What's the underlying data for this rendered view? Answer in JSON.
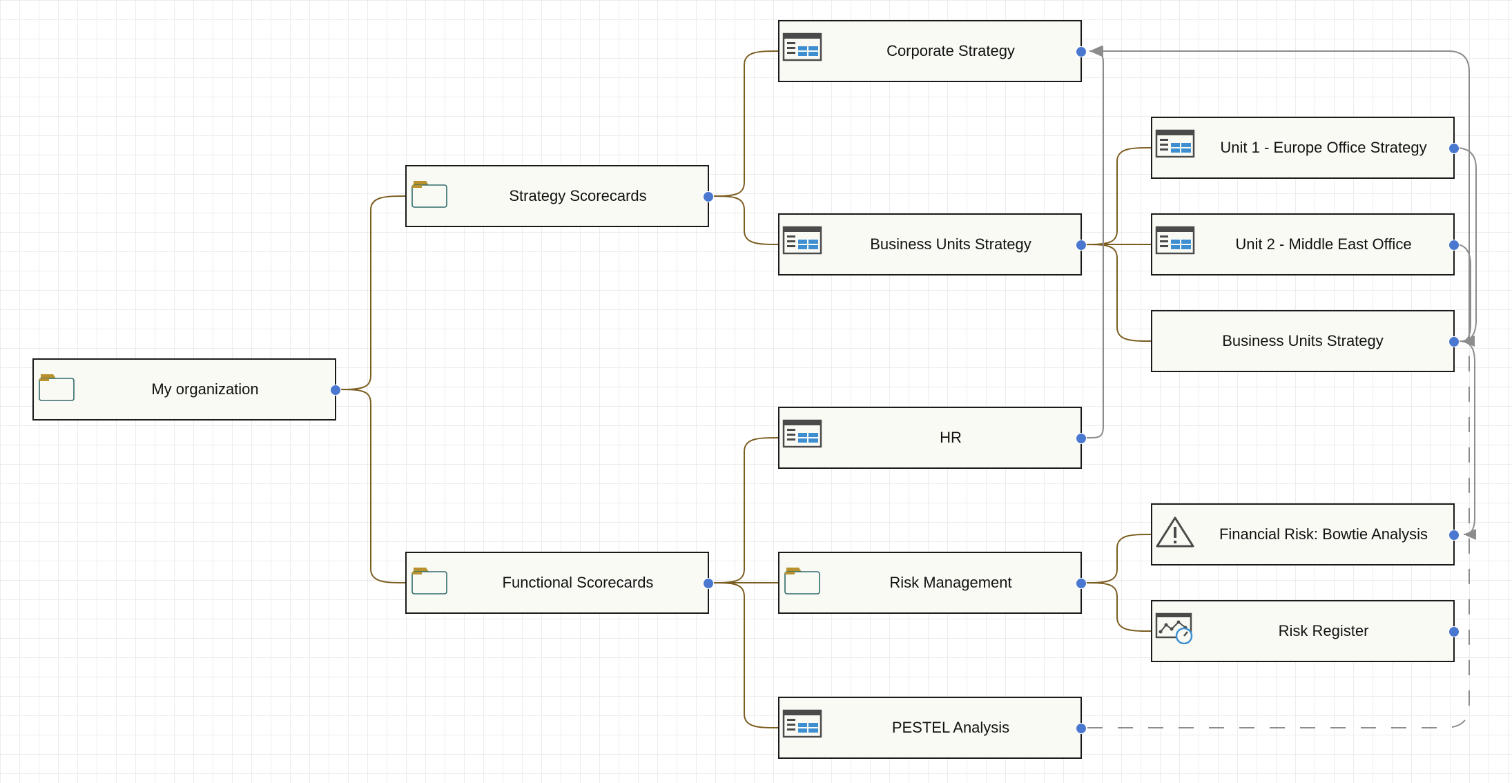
{
  "nodes": {
    "my_org": {
      "label": "My organization",
      "icon": "folder-icon"
    },
    "strategy_scorecards": {
      "label": "Strategy Scorecards",
      "icon": "folder-icon"
    },
    "functional_scorecards": {
      "label": "Functional Scorecards",
      "icon": "folder-icon"
    },
    "corporate_strategy": {
      "label": "Corporate Strategy",
      "icon": "scorecard-icon"
    },
    "business_units_strategy": {
      "label": "Business Units Strategy",
      "icon": "scorecard-icon"
    },
    "hr": {
      "label": "HR",
      "icon": "scorecard-icon"
    },
    "risk_management": {
      "label": "Risk Management",
      "icon": "folder-icon"
    },
    "pestel_analysis": {
      "label": "PESTEL Analysis",
      "icon": "scorecard-icon"
    },
    "unit1_europe": {
      "label": "Unit 1 - Europe Office Strategy",
      "icon": "scorecard-icon"
    },
    "unit2_middle_east": {
      "label": "Unit 2 - Middle East Office",
      "icon": "scorecard-icon"
    },
    "business_units_strategy_2": {
      "label": "Business Units Strategy",
      "icon": ""
    },
    "financial_risk": {
      "label": "Financial Risk: Bowtie Analysis",
      "icon": "warning-icon"
    },
    "risk_register": {
      "label": "Risk Register",
      "icon": "risk-chart-icon"
    }
  },
  "colors": {
    "tree_edge": "#7a5c1e",
    "link_edge": "#8c8c8c",
    "port": "#4a78d0",
    "folder_tab": "#b8922e",
    "folder_body": "#2f6b6b",
    "scorecard_dark": "#4a4a4a",
    "scorecard_blue": "#3d8fd1"
  }
}
